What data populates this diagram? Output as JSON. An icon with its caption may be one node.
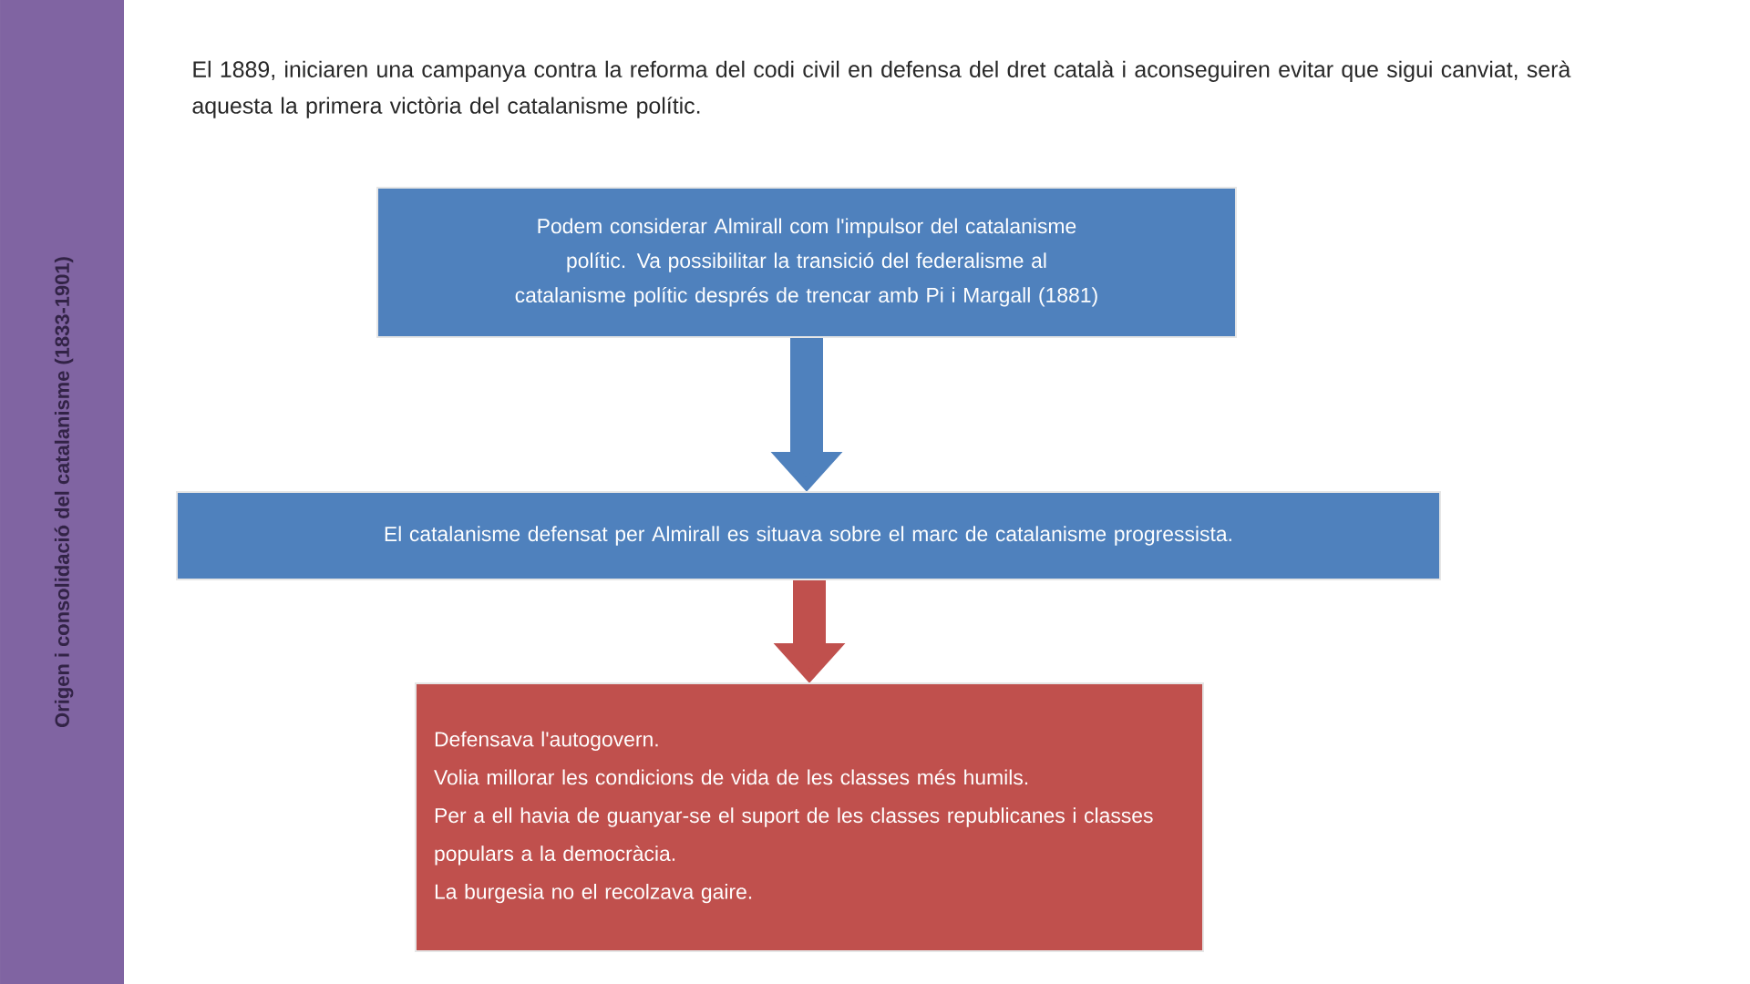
{
  "diagram": {
    "title": "Origen i consolidació del catalanisme (1833-1901)",
    "nodes": [
      {
        "text": [
          "Podem considerar Almirall com l'impulsor del catalanisme polític. Va possibilitar la transició del federalisme al catalanisme polític després de trencar amb Pi i Margall (1881)"
        ]
      },
      {
        "text": [
          "El catalanisme defensat per Almirall es situava sobre el marc de catalanisme progressista."
        ]
      },
      {
        "text": [
          "Defensava l'autogovern.",
          "Volia millorar les condicions de vida de les classes més humils.",
          "Per a ell havia de guanyar-se el suport de les classes republicanes i classes populars a la democràcia.",
          "La burgesia no el recolzava gaire."
        ]
      }
    ],
    "edges": [
      {
        "from": 0,
        "to": 1,
        "arrow": "to",
        "color": "#4f81bd"
      },
      {
        "from": 1,
        "to": 2,
        "arrow": "to",
        "color": "#c0504d"
      }
    ],
    "labels": [
      "El 1889, iniciaren una campanya contra la reforma del codi civil en defensa del dret català i aconseguiren evitar que sigui canviat, serà aquesta la primera victòria del catalanisme polític."
    ]
  }
}
